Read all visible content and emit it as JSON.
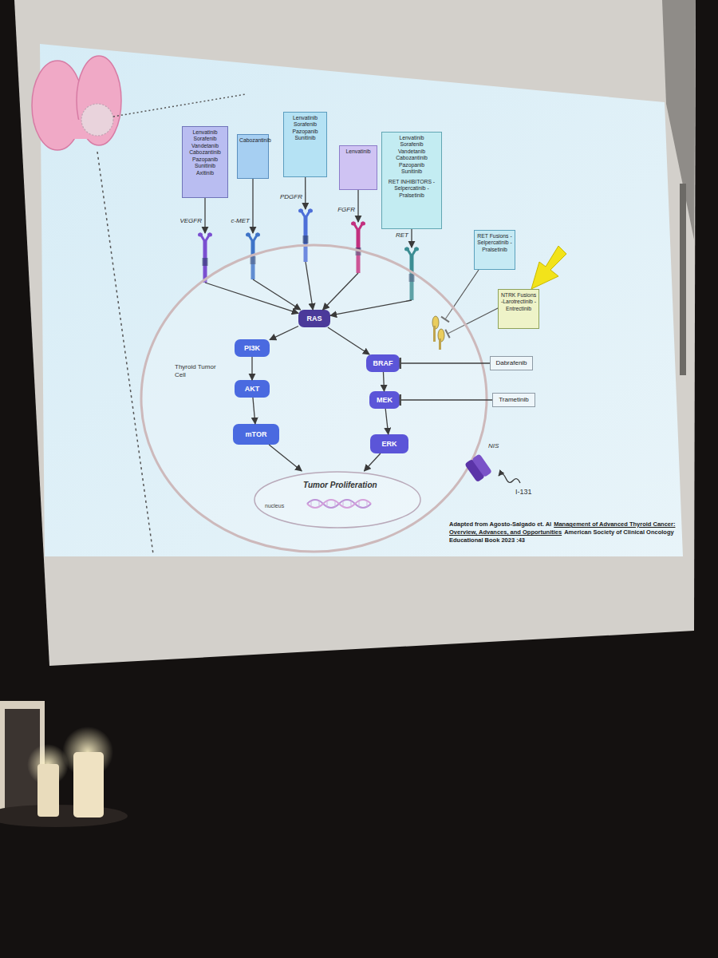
{
  "diagram": {
    "nodes": [
      {
        "text": [
          "Lenvatinib Sorafenib Vandetanib Cabozantinib Pazopanib Sunitinib Axitinib"
        ]
      },
      {
        "text": [
          "Cabozantinib"
        ]
      },
      {
        "text": [
          "Lenvatinib Sorafenib Pazopanib Sunitinib"
        ]
      },
      {
        "text": [
          "Lenvatinib"
        ]
      },
      {
        "text": [
          "Lenvatinib Sorafenib Vandetanib Cabozantinib Pazopanib Sunitinib",
          "RET INHIBITORS -Selpercatinib -Pralsetinib"
        ]
      },
      {
        "text": [
          "VEGFR"
        ]
      },
      {
        "text": [
          "c-MET"
        ]
      },
      {
        "text": [
          "PDGFR"
        ]
      },
      {
        "text": [
          "FGFR"
        ]
      },
      {
        "text": [
          "RET"
        ]
      },
      {
        "text": [
          "RET Fusions -Selpercatinib -Pralsetinib"
        ]
      },
      {
        "text": [
          "NTRK Fusions -Larotrectinib -Entrectinib"
        ]
      },
      {
        "text": [
          "Thyroid Tumor Cell"
        ]
      },
      {
        "text": [
          "RAS"
        ],
        "in": 12
      },
      {
        "text": [
          "PI3K"
        ],
        "in": 12
      },
      {
        "text": [
          "BRAF"
        ],
        "in": 12
      },
      {
        "text": [
          "Dabrafenib"
        ]
      },
      {
        "text": [
          "AKT"
        ],
        "in": 12
      },
      {
        "text": [
          "MEK"
        ],
        "in": 12
      },
      {
        "text": [
          "Trametinib"
        ]
      },
      {
        "text": [
          "mTOR"
        ],
        "in": 12
      },
      {
        "text": [
          "ERK"
        ],
        "in": 12
      },
      {
        "text": [
          "Tumor Proliferation",
          "nucleus"
        ],
        "in": 12
      },
      {
        "text": [
          "NIS"
        ],
        "in": 12
      }
    ],
    "edges": [
      {
        "from": 0,
        "to": 5,
        "arrow": "to"
      },
      {
        "from": 1,
        "to": 6,
        "arrow": "to"
      },
      {
        "from": 2,
        "to": 7,
        "arrow": "to"
      },
      {
        "from": 3,
        "to": 8,
        "arrow": "to"
      },
      {
        "from": 4,
        "to": 9,
        "arrow": "to"
      },
      {
        "from": 5,
        "to": 13,
        "arrow": "to"
      },
      {
        "from": 6,
        "to": 13,
        "arrow": "to"
      },
      {
        "from": 7,
        "to": 13,
        "arrow": "to"
      },
      {
        "from": 8,
        "to": 13,
        "arrow": "to"
      },
      {
        "from": 9,
        "to": 13,
        "arrow": "to"
      },
      {
        "from": 13,
        "to": 14,
        "arrow": "to"
      },
      {
        "from": 13,
        "to": 15,
        "arrow": "to"
      },
      {
        "from": 14,
        "to": 17,
        "arrow": "to"
      },
      {
        "from": 17,
        "to": 20,
        "arrow": "to"
      },
      {
        "from": 15,
        "to": 18,
        "arrow": "to"
      },
      {
        "from": 18,
        "to": 21,
        "arrow": "to"
      },
      {
        "from": 20,
        "to": 22,
        "arrow": "to"
      },
      {
        "from": 21,
        "to": 22,
        "arrow": "to"
      },
      {
        "from": 16,
        "to": 15,
        "arrow": "to"
      },
      {
        "from": 19,
        "to": 18,
        "arrow": "to"
      }
    ],
    "labels": [
      "I-131",
      "Adapted from Agosto-Salgado et. Al",
      "Management of Advanced Thyroid Cancer: Overview, Advances, and Opportunities",
      "American Society of Clinical Oncology Educational Book 2023 :43"
    ]
  }
}
